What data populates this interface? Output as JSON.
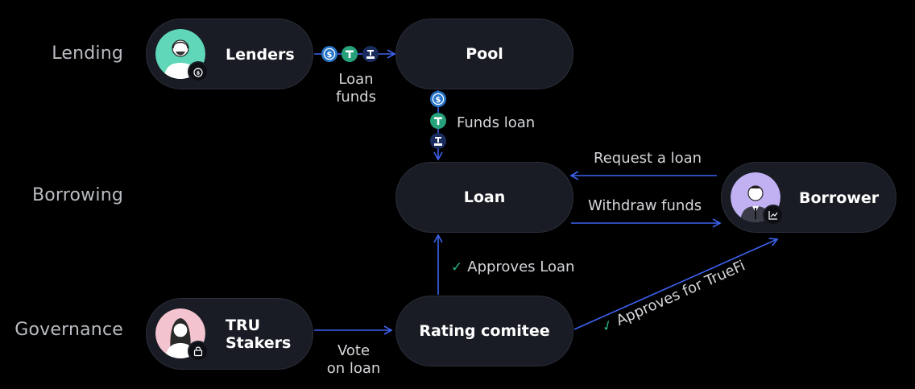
{
  "rows": {
    "lending": "Lending",
    "borrowing": "Borrowing",
    "governance": "Governance"
  },
  "nodes": {
    "lenders": "Lenders",
    "pool": "Pool",
    "loan": "Loan",
    "borrower": "Borrower",
    "tru_stakers_line1": "TRU",
    "tru_stakers_line2": "Stakers",
    "rating": "Rating comitee"
  },
  "edges": {
    "loan_funds_1": "Loan",
    "loan_funds_2": "funds",
    "funds_loan": "Funds loan",
    "request_loan": "Request a loan",
    "withdraw_funds": "Withdraw funds",
    "approves_loan": "Approves Loan",
    "approves_truefi": "Approves for TrueFi",
    "vote_1": "Vote",
    "vote_2": "on loan"
  },
  "coins": [
    "usdc",
    "usdt",
    "tusd"
  ],
  "colors": {
    "arrow": "#3d63f0",
    "node_bg": "#191c24",
    "usdc": "#2775ca",
    "usdt": "#26a17b",
    "tusd": "#1a2c5e",
    "check": "#27b08a",
    "avatar_lenders": "#5fd7b8",
    "avatar_stakers": "#f3c4cf",
    "avatar_borrower": "#c1b1f2"
  },
  "icons": [
    "money-bag-icon",
    "lock-coin-icon",
    "chart-icon",
    "check-icon"
  ]
}
